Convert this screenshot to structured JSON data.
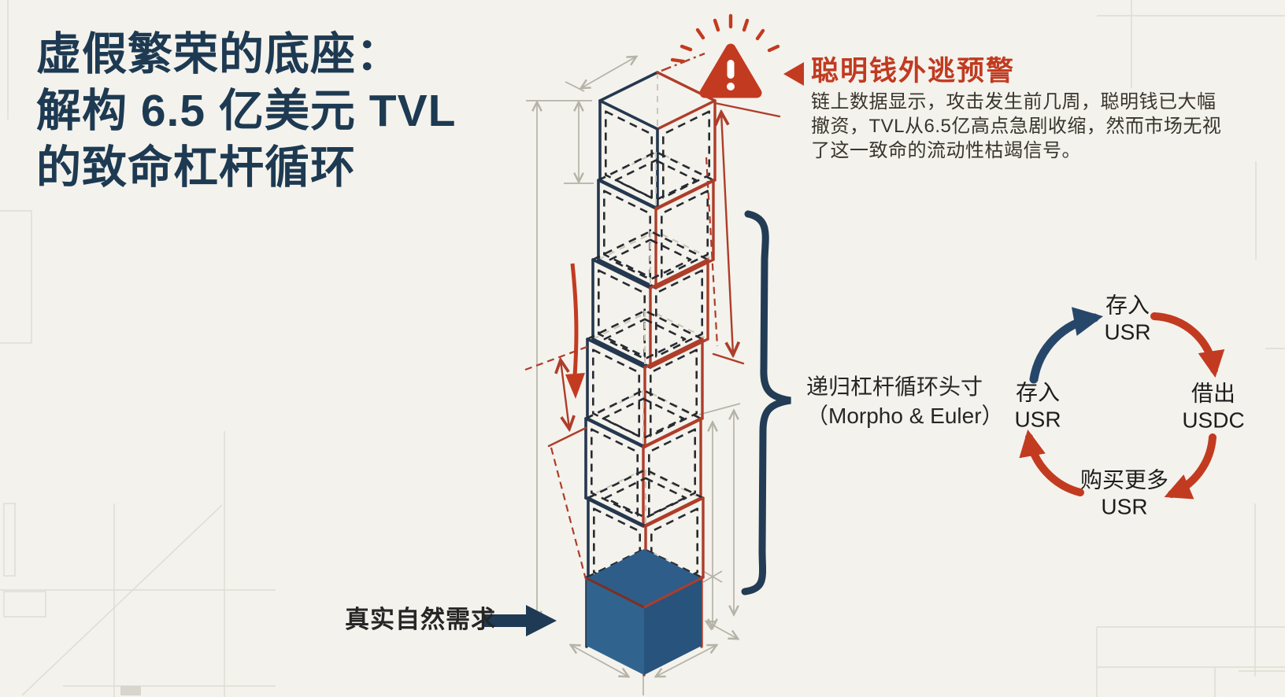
{
  "title": "虚假繁荣的底座：\n解构 6.5 亿美元 TVL\n的致命杠杆循环",
  "warning": {
    "alert_icon": "warning-triangle-icon",
    "pointer_icon": "left-pointer-triangle-icon",
    "heading": "聪明钱外逃预警",
    "body": "链上数据显示，攻击发生前几周，聪明钱已大幅\n撤资，TVL从6.5亿高点急剧收缩，然而市场无视\n了这一致命的流动性枯竭信号。"
  },
  "tower": {
    "wireframe_levels": 6,
    "solid_base_levels": 1,
    "brace_label": "递归杠杆循环头寸\n（Morpho & Euler）",
    "demand_label": "真实自然需求"
  },
  "cycle": {
    "nodes": [
      {
        "position": "top",
        "label": "存入\nUSR"
      },
      {
        "position": "right",
        "label": "借出\nUSDC"
      },
      {
        "position": "bottom",
        "label": "购买更多\nUSR"
      },
      {
        "position": "left",
        "label": "存入\nUSR"
      }
    ]
  },
  "colors": {
    "background": "#f4f2ec",
    "title_navy": "#1d3a52",
    "warning_red": "#c13a20",
    "tower_navy": "#24384f",
    "tower_red": "#ae3d2a",
    "base_blue": "#2e5d89",
    "dimension_gray": "#b6b2a8",
    "body_text": "#39352c"
  }
}
